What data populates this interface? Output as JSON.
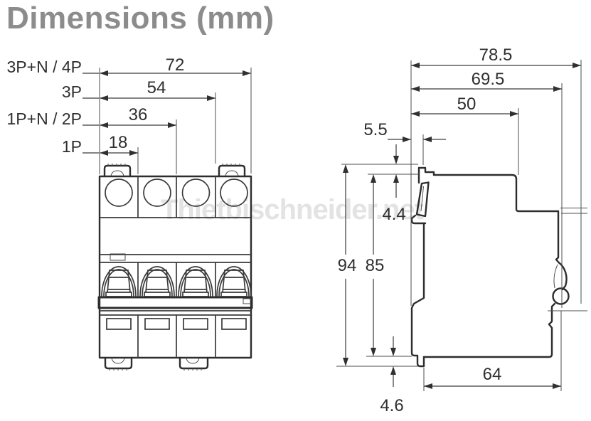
{
  "title": "Dimensions (mm)",
  "watermark": "Thietbischneider.net",
  "colors": {
    "title_gray": "#8c8c8c",
    "line_dark": "#2d2d2d",
    "watermark_gray": "#e3e3e3"
  },
  "front_view": {
    "dims": [
      {
        "label": "3P+N / 4P",
        "value": "72"
      },
      {
        "label": "3P",
        "value": "54"
      },
      {
        "label": "1P+N / 2P",
        "value": "36"
      },
      {
        "label": "1P",
        "value": "18"
      }
    ]
  },
  "side_view": {
    "dims": {
      "total_depth": "78.5",
      "body_depth": "69.5",
      "upper_depth": "50",
      "front_offset": "5.5",
      "top_clip_height": "4.4",
      "total_height": "94",
      "body_height": "85",
      "bottom_clip_height": "4.6",
      "base_depth": "64"
    }
  }
}
